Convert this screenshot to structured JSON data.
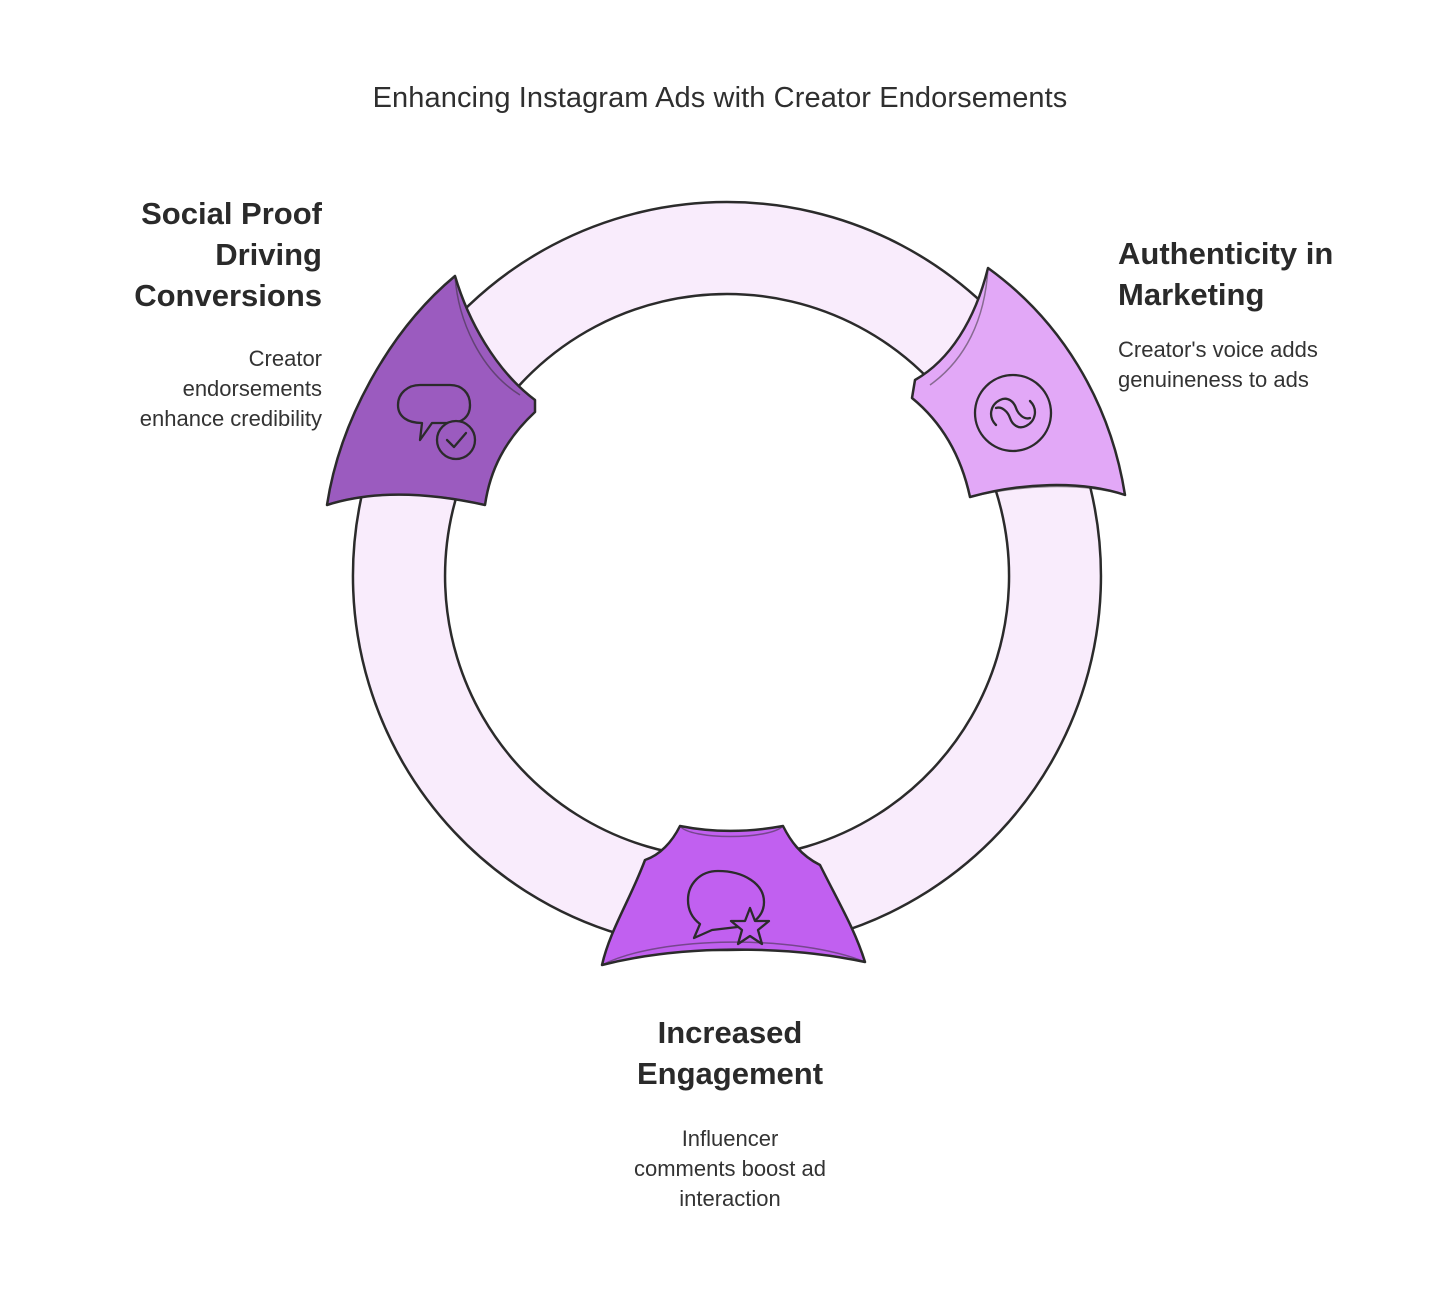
{
  "title": "Enhancing Instagram Ads with Creator Endorsements",
  "colors": {
    "ring_fill": "#f9ecfc",
    "outline": "#2b2b2b",
    "segment_social_proof": "#9b5bbf",
    "segment_authenticity": "#e2a8f7",
    "segment_engagement": "#c160f0"
  },
  "stages": [
    {
      "heading": "Social Proof Driving Conversions",
      "heading_lines": [
        "Social Proof",
        "Driving",
        "Conversions"
      ],
      "description_lines": [
        "Creator",
        "endorsements",
        "enhance credibility"
      ],
      "icon": "chat-check-icon"
    },
    {
      "heading": "Authenticity in Marketing",
      "heading_lines": [
        "Authenticity in",
        "Marketing"
      ],
      "description_lines": [
        "Creator's voice adds",
        "genuineness to ads"
      ],
      "icon": "link-circle-icon"
    },
    {
      "heading": "Increased Engagement",
      "heading_lines": [
        "Increased",
        "Engagement"
      ],
      "description_lines": [
        "Influencer",
        "comments boost ad",
        "interaction"
      ],
      "icon": "chat-star-icon"
    }
  ]
}
